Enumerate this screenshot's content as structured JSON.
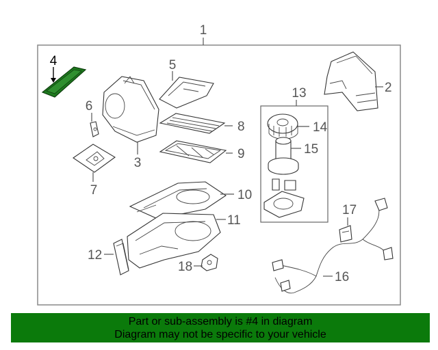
{
  "diagram": {
    "callouts": {
      "c1": "1",
      "c2": "2",
      "c3": "3",
      "c4": "4",
      "c5": "5",
      "c6": "6",
      "c7": "7",
      "c8": "8",
      "c9": "9",
      "c10": "10",
      "c11": "11",
      "c12": "12",
      "c13": "13",
      "c14": "14",
      "c15": "15",
      "c16": "16",
      "c17": "17",
      "c18": "18"
    },
    "highlighted_part": "4",
    "colors": {
      "highlight": "#1e7a1e",
      "banner": "#0b7a0b",
      "frame": "#888888",
      "line": "#333333"
    }
  },
  "banner": {
    "line1": "Part or sub-assembly is #4 in diagram",
    "line2": "Diagram may not be specific to your vehicle"
  }
}
